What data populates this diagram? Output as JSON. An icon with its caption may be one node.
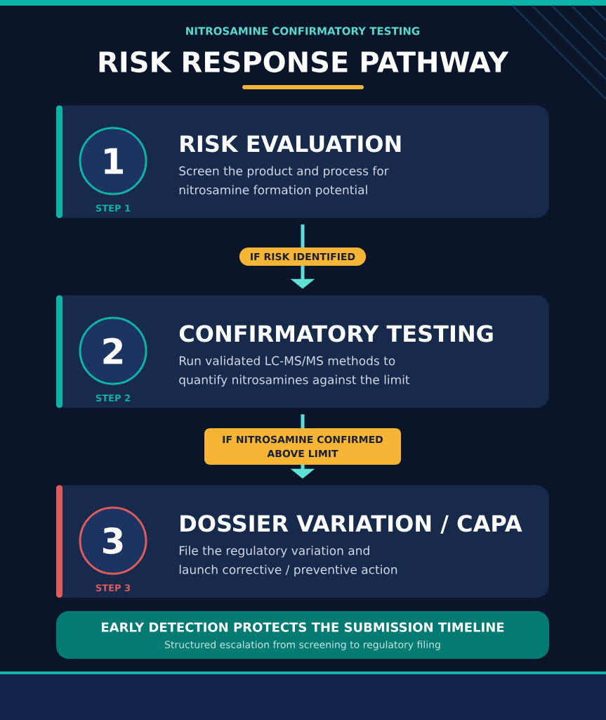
{
  "diagram": {
    "title": "RISK RESPONSE PATHWAY",
    "nodes": [
      {
        "text": [
          "RISK EVALUATION",
          "Screen the product and process for nitrosamine formation potential"
        ]
      },
      {
        "text": [
          "1"
        ],
        "in": 0,
        "beside": [
          "STEP 1"
        ]
      },
      {
        "text": [
          "CONFIRMATORY TESTING",
          "Run validated LC-MS/MS methods to quantify nitrosamines against the limit"
        ]
      },
      {
        "text": [
          "2"
        ],
        "in": 2,
        "beside": [
          "STEP 2"
        ]
      },
      {
        "text": [
          "DOSSIER VARIATION / CAPA",
          "File the regulatory variation and launch corrective / preventive action"
        ]
      },
      {
        "text": [
          "3"
        ],
        "in": 4,
        "beside": [
          "STEP 3"
        ]
      },
      {
        "text": [
          "EARLY DETECTION PROTECTS THE SUBMISSION TIMELINE",
          "Structured escalation from screening to regulatory filing"
        ]
      }
    ],
    "edges": [
      {
        "from": 0,
        "to": 2,
        "arrow": "to",
        "label": "IF RISK IDENTIFIED"
      },
      {
        "from": 2,
        "to": 4,
        "arrow": "to",
        "label": "IF NITROSAMINE CONFIRMED ABOVE LIMIT"
      }
    ],
    "labels": [
      "NITROSAMINE CONFIRMATORY TESTING"
    ]
  }
}
